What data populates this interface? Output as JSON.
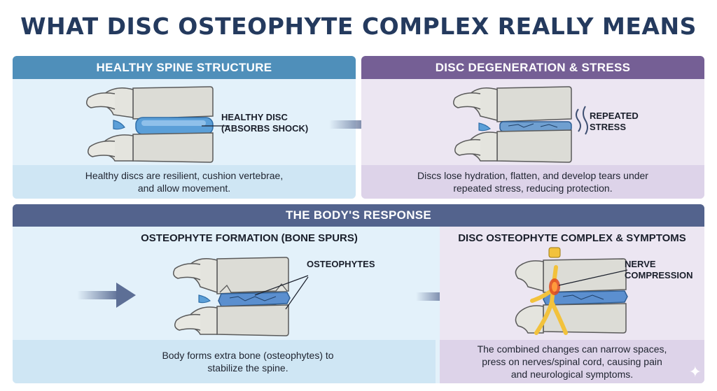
{
  "title": "WHAT DISC OSTEOPHYTE COMPLEX REALLY MEANS",
  "panels": {
    "healthy": {
      "header": "HEALTHY SPINE STRUCTURE",
      "callout_line1": "HEALTHY DISC",
      "callout_line2": "(ABSORBS SHOCK)",
      "caption_line1": "Healthy discs are resilient, cushion vertebrae,",
      "caption_line2": "and allow movement."
    },
    "degeneration": {
      "header": "DISC DEGENERATION & STRESS",
      "callout_line1": "REPEATED",
      "callout_line2": "STRESS",
      "caption_line1": "Discs lose hydration, flatten, and develop tears under",
      "caption_line2": "repeated stress, reducing protection."
    }
  },
  "response": {
    "header": "THE BODY'S RESPONSE",
    "osteophyte": {
      "subtitle": "OSTEOPHYTE FORMATION (BONE SPURS)",
      "callout": "OSTEOPHYTES",
      "caption_line1": "Body forms extra bone (osteophytes) to",
      "caption_line2": "stabilize the spine."
    },
    "complex": {
      "subtitle": "DISC OSTEOPHYTE COMPLEX & SYMPTOMS",
      "callout_line1": "NERVE",
      "callout_line2": "COMPRESSION",
      "caption_line1": "The combined changes can narrow spaces,",
      "caption_line2": "press on nerves/spinal cord, causing pain",
      "caption_line3": "and neurological symptoms."
    }
  },
  "colors": {
    "healthy_header": "#4f8fba",
    "degeneration_header": "#755f95",
    "response_header": "#53638d",
    "disc_blue": "#5b9fd8",
    "nerve": "#f2c23c",
    "inflammation": "#e24a1f"
  }
}
